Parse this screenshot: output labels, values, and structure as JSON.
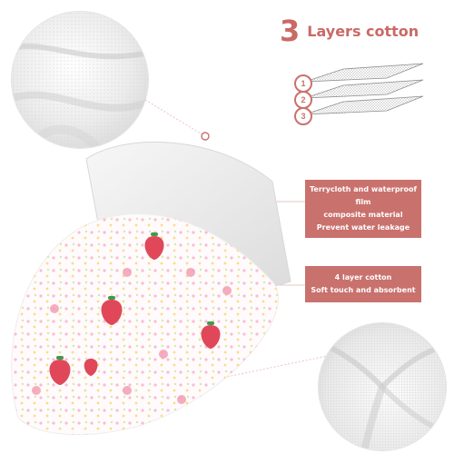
{
  "title": {
    "number": "3",
    "text": "Layers cotton"
  },
  "layer_markers": [
    "1",
    "2",
    "3"
  ],
  "callouts": [
    {
      "lines": [
        "Terrycloth and waterproof film",
        "composite material",
        "Prevent water leakage"
      ]
    },
    {
      "lines": [
        "4 layer cotton",
        "Soft touch and absorbent"
      ]
    }
  ],
  "colors": {
    "accent": "#c9716d",
    "connector": "#e7c6c3"
  },
  "icons": [
    "top-left-fabric-closeup",
    "bottom-right-fabric-closeup",
    "layer-stack-diagram",
    "burp-cloth-product"
  ]
}
